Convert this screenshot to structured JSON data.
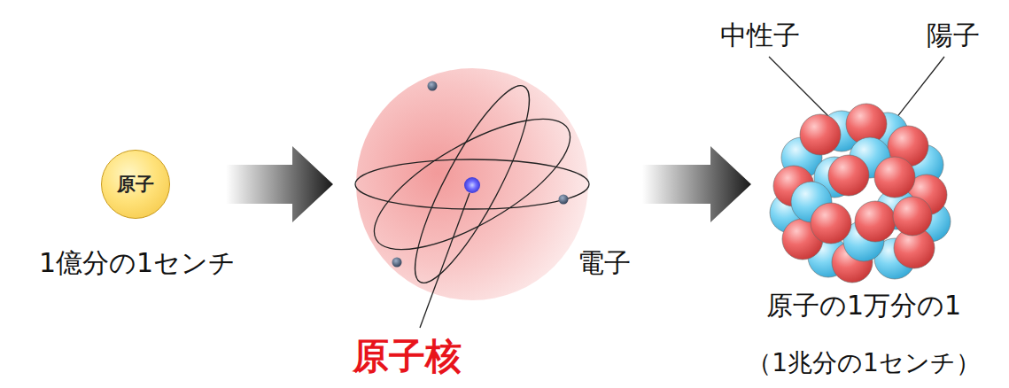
{
  "diagram": {
    "nodes": [
      {
        "text": [
          "原子"
        ]
      }
    ],
    "labels": [
      "中性子",
      "陽子",
      "1億分の1センチ",
      "電子",
      "原子核",
      "原子の1万分の1",
      "（1兆分の1センチ）"
    ]
  }
}
